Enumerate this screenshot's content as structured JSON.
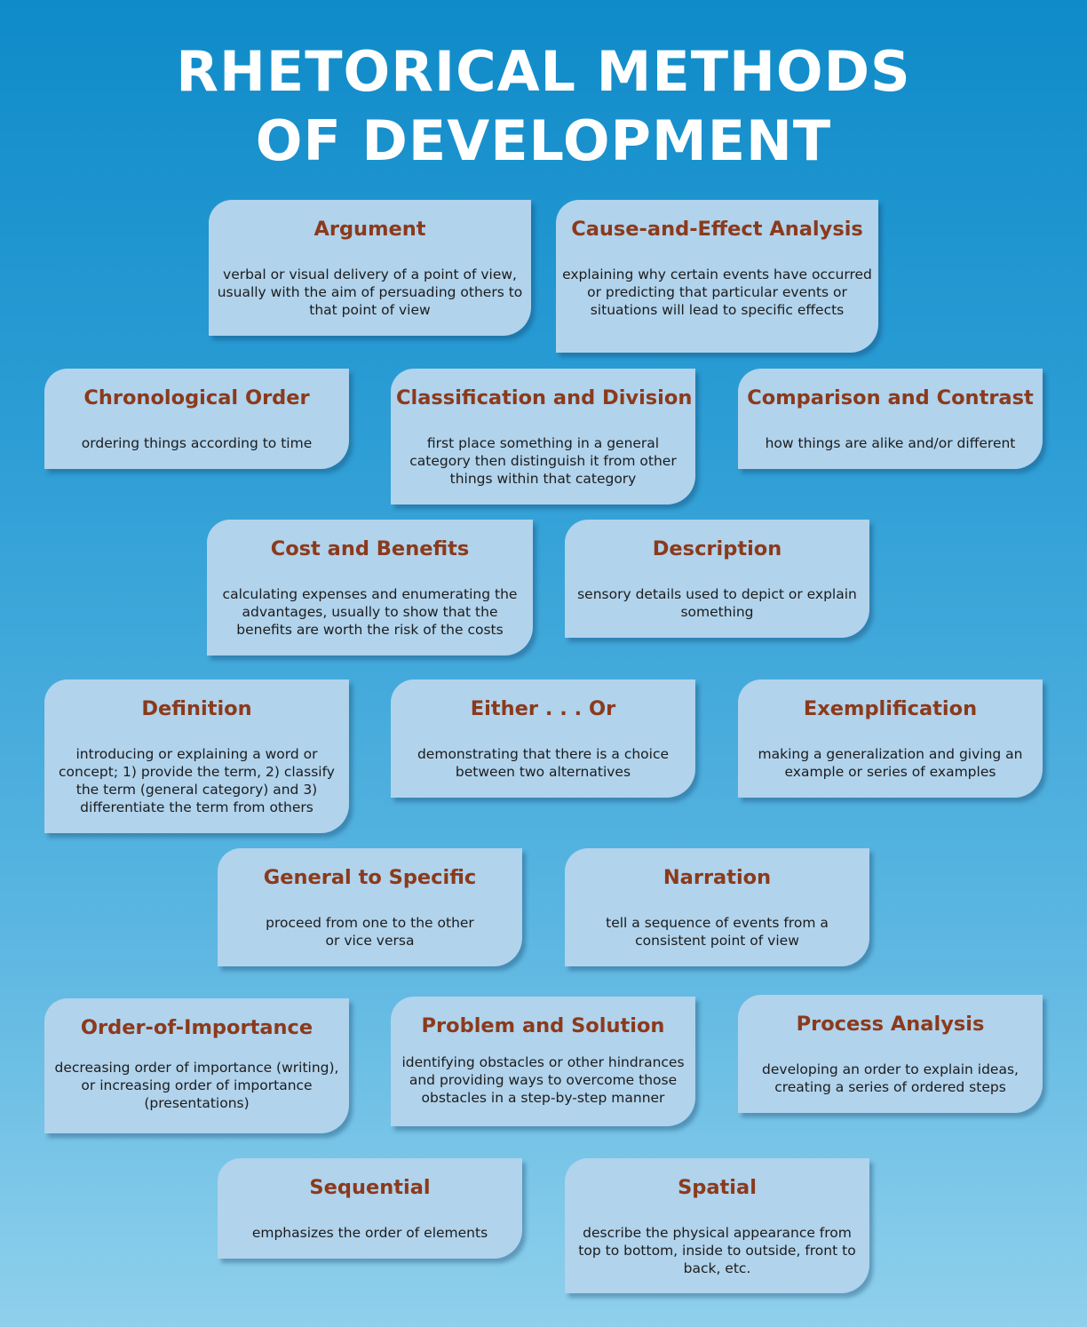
{
  "title": {
    "line1": "RHETORICAL METHODS",
    "line2": "OF DEVELOPMENT"
  },
  "methods": [
    {
      "title": "Argument",
      "desc": "verbal or visual delivery of a point of view, usually with the aim of persuading others to that point of view"
    },
    {
      "title": "Cause-and-Effect Analysis",
      "desc": "explaining why certain events have occurred or predicting that particular events or situations will lead to specific effects"
    },
    {
      "title": "Chronological Order",
      "desc": "ordering things according to time"
    },
    {
      "title": "Classification and Division",
      "desc": "first place something in a general category then distinguish it from other things within that category"
    },
    {
      "title": "Comparison and Contrast",
      "desc": "how things are alike and/or different"
    },
    {
      "title": "Cost and Benefits",
      "desc": "calculating expenses and enumerating the advantages, usually to show that the benefits  are worth the risk of the costs"
    },
    {
      "title": "Description",
      "desc": "sensory details used to depict or explain something"
    },
    {
      "title": "Definition",
      "desc": "introducing or explaining a word or concept; 1) provide the term, 2) classify the term (general category) and 3) differentiate the term from others"
    },
    {
      "title": "Either . . . Or",
      "desc": "demonstrating that there is a choice between two alternatives"
    },
    {
      "title": "Exemplification",
      "desc": "making a generalization and giving an example or series of examples"
    },
    {
      "title": "General to Specific",
      "desc": "proceed from one to the other or vice versa"
    },
    {
      "title": "Narration",
      "desc": "tell a sequence of events from a consistent point of view"
    },
    {
      "title": "Order-of-Importance",
      "desc": "decreasing order of importance (writing), or increasing order of importance (presentations)"
    },
    {
      "title": "Problem  and Solution",
      "desc": "identifying obstacles or other hindrances and providing ways to overcome those obstacles in a step-by-step manner"
    },
    {
      "title": "Process Analysis",
      "desc": "developing an order to explain ideas, creating a series of ordered steps"
    },
    {
      "title": "Sequential",
      "desc": "emphasizes the order of elements"
    },
    {
      "title": "Spatial",
      "desc": "describe the physical appearance from top to bottom, inside to outside, front to back, etc."
    }
  ]
}
